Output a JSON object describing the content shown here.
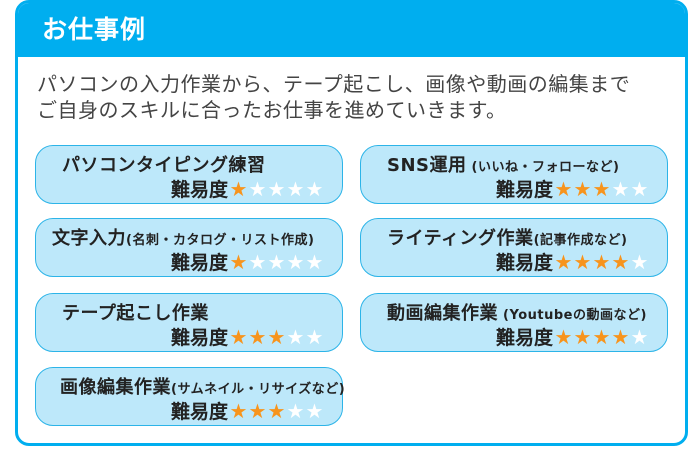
{
  "header": {
    "title": "お仕事例"
  },
  "intro": {
    "line1": "パソコンの入力作業から、テープ起こし、画像や動画の編集まで",
    "line2": "ご自身のスキルに合ったお仕事を進めていきます。"
  },
  "difficulty_label": "難易度",
  "colors": {
    "accent": "#00aeef",
    "card_bg": "#bde8fa",
    "star_on": "#f7941d",
    "star_off": "#ffffff"
  },
  "cards": [
    {
      "title": "パソコンタイピング練習",
      "sub": "",
      "rating": 1,
      "max": 5,
      "stars": [
        "★",
        "☆",
        "☆",
        "☆",
        "☆"
      ]
    },
    {
      "title": "SNS運用",
      "sub": " (いいね・フォローなど)",
      "rating": 3,
      "max": 5
    },
    {
      "title": "文字入力",
      "sub": "(名刺・カタログ・リスト作成)",
      "rating": 1,
      "max": 5
    },
    {
      "title": "ライティング作業",
      "sub": "(記事作成など)",
      "rating": 4,
      "max": 5
    },
    {
      "title": "テープ起こし作業",
      "sub": "",
      "rating": 3,
      "max": 5
    },
    {
      "title": "動画編集作業",
      "sub": " (Youtubeの動画など)",
      "rating": 4,
      "max": 5
    },
    {
      "title": "画像編集作業",
      "sub": "(サムネイル・リサイズなど)",
      "rating": 3,
      "max": 5
    }
  ]
}
